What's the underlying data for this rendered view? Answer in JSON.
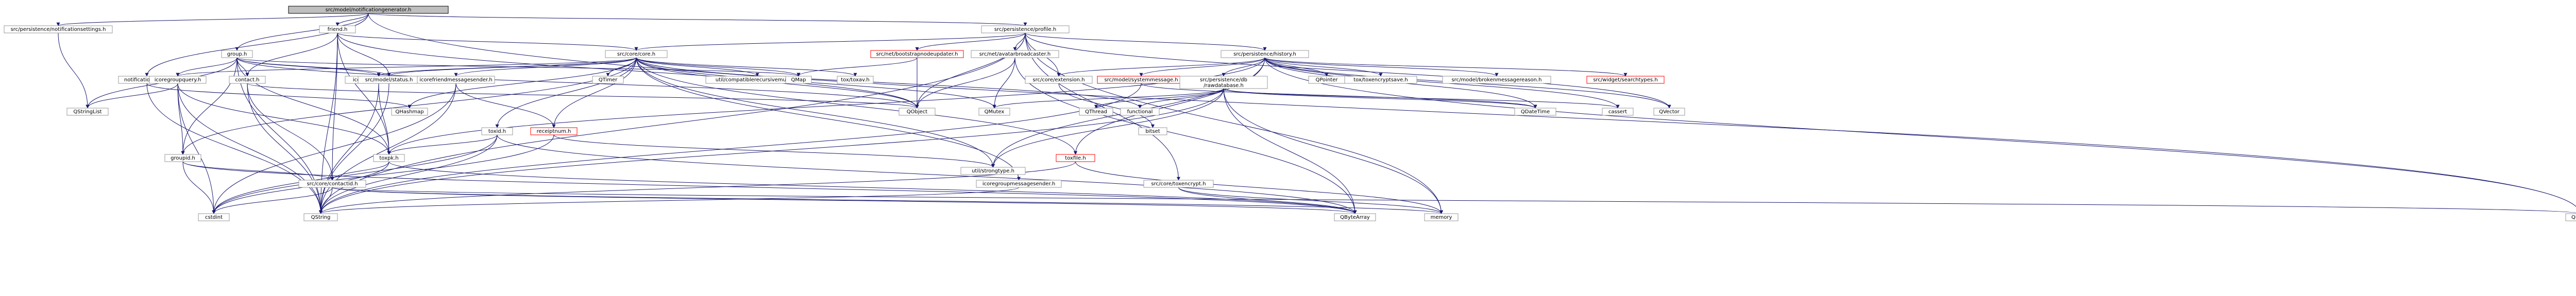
{
  "graph": {
    "nodes": [
      {
        "id": "root",
        "label": "src/model/notificationgenerator.h",
        "style": "root"
      },
      {
        "id": "notifset",
        "label": "src/persistence/notificationsettings.h",
        "style": "normal"
      },
      {
        "id": "friend",
        "label": "friend.h",
        "style": "normal"
      },
      {
        "id": "profile",
        "label": "src/persistence/profile.h",
        "style": "normal"
      },
      {
        "id": "notifdata",
        "label": "notificationdata.h",
        "style": "normal"
      },
      {
        "id": "group",
        "label": "group.h",
        "style": "normal"
      },
      {
        "id": "corecore",
        "label": "src/core/core.h",
        "style": "normal"
      },
      {
        "id": "bootstrap",
        "label": "src/net/bootstrapnodeupdater.h",
        "style": "red"
      },
      {
        "id": "avatarbc",
        "label": "src/net/avatarbroadcaster.h",
        "style": "normal"
      },
      {
        "id": "history",
        "label": "src/persistence/history.h",
        "style": "normal"
      },
      {
        "id": "icoregq",
        "label": "icoregroupquery.h",
        "style": "normal"
      },
      {
        "id": "contact",
        "label": "contact.h",
        "style": "normal"
      },
      {
        "id": "icorefh",
        "label": "icorefriendhandler.h",
        "style": "normal"
      },
      {
        "id": "status",
        "label": "src/model/status.h",
        "style": "normal"
      },
      {
        "id": "icorefms",
        "label": "icorefriendmessagesender.h",
        "style": "normal"
      },
      {
        "id": "qtimer",
        "label": "QTimer",
        "style": "normal"
      },
      {
        "id": "compat",
        "label": "util/compatiblerecursivemutex.h",
        "style": "normal"
      },
      {
        "id": "qmap",
        "label": "QMap",
        "style": "normal"
      },
      {
        "id": "toxav",
        "label": "tox/toxav.h",
        "style": "normal"
      },
      {
        "id": "coreext",
        "label": "src/core/extension.h",
        "style": "normal"
      },
      {
        "id": "sysmsg",
        "label": "src/model/systemmessage.h",
        "style": "red"
      },
      {
        "id": "rawdb",
        "label": "src/persistence/db\n/rawdatabase.h",
        "style": "normal"
      },
      {
        "id": "qpointer",
        "label": "QPointer",
        "style": "normal"
      },
      {
        "id": "toxenc",
        "label": "tox/toxencryptsave.h",
        "style": "normal"
      },
      {
        "id": "broken",
        "label": "src/model/brokenmessagereason.h",
        "style": "normal"
      },
      {
        "id": "userttypes",
        "label": "src/widget/searchtypes.h",
        "style": "red"
      },
      {
        "id": "qstringlist",
        "label": "QStringList",
        "style": "normal"
      },
      {
        "id": "qhashmap",
        "label": "QHashmap",
        "style": "normal"
      },
      {
        "id": "qobject",
        "label": "QObject",
        "style": "normal"
      },
      {
        "id": "qmutex",
        "label": "QMutex",
        "style": "normal"
      },
      {
        "id": "qthread",
        "label": "QThread",
        "style": "normal"
      },
      {
        "id": "functional",
        "label": "functional",
        "style": "normal"
      },
      {
        "id": "bitset",
        "label": "bitset",
        "style": "normal"
      },
      {
        "id": "qdatetime",
        "label": "QDateTime",
        "style": "normal"
      },
      {
        "id": "cassert",
        "label": "cassert",
        "style": "normal"
      },
      {
        "id": "qvector",
        "label": "QVector",
        "style": "normal"
      },
      {
        "id": "toxid",
        "label": "toxid.h",
        "style": "normal"
      },
      {
        "id": "receiptnum",
        "label": "receiptnum.h",
        "style": "red"
      },
      {
        "id": "groupid",
        "label": "groupid.h",
        "style": "normal"
      },
      {
        "id": "toxpk",
        "label": "toxpk.h",
        "style": "normal"
      },
      {
        "id": "strongtype",
        "label": "util/strongtype.h",
        "style": "normal"
      },
      {
        "id": "toxfile",
        "label": "toxfile.h",
        "style": "red"
      },
      {
        "id": "contactid",
        "label": "src/core/contactid.h",
        "style": "normal"
      },
      {
        "id": "icoregms",
        "label": "icoregroupmessagesender.h",
        "style": "normal"
      },
      {
        "id": "toxencrypt",
        "label": "src/core/toxencrypt.h",
        "style": "normal"
      },
      {
        "id": "cstdint",
        "label": "cstdint",
        "style": "normal"
      },
      {
        "id": "qstring",
        "label": "QString",
        "style": "normal"
      },
      {
        "id": "qbytearray",
        "label": "QByteArray",
        "style": "normal"
      },
      {
        "id": "memory",
        "label": "memory",
        "style": "normal"
      },
      {
        "id": "qhash",
        "label": "QHash",
        "style": "normal"
      }
    ],
    "edges": [
      [
        "root",
        "notifset"
      ],
      [
        "root",
        "friend"
      ],
      [
        "root",
        "profile"
      ],
      [
        "root",
        "notifdata"
      ],
      [
        "root",
        "qhash"
      ],
      [
        "root",
        "group"
      ],
      [
        "notifset",
        "qstringlist"
      ],
      [
        "friend",
        "contact"
      ],
      [
        "friend",
        "corecore"
      ],
      [
        "friend",
        "toxpk"
      ],
      [
        "friend",
        "contactid"
      ],
      [
        "friend",
        "status"
      ],
      [
        "friend",
        "qobject"
      ],
      [
        "friend",
        "qstring"
      ],
      [
        "profile",
        "corecore"
      ],
      [
        "profile",
        "bootstrap"
      ],
      [
        "profile",
        "avatarbc"
      ],
      [
        "profile",
        "history"
      ],
      [
        "profile",
        "coreext"
      ],
      [
        "profile",
        "toxencrypt"
      ],
      [
        "profile",
        "qobject"
      ],
      [
        "profile",
        "qvector"
      ],
      [
        "profile",
        "qstring"
      ],
      [
        "profile",
        "memory"
      ],
      [
        "notifdata",
        "qstring"
      ],
      [
        "notifdata",
        "qhashmap"
      ],
      [
        "group",
        "icoregq"
      ],
      [
        "group",
        "contact"
      ],
      [
        "group",
        "icorefh"
      ],
      [
        "group",
        "status"
      ],
      [
        "group",
        "groupid"
      ],
      [
        "group",
        "toxpk"
      ],
      [
        "group",
        "qobject"
      ],
      [
        "group",
        "qmap"
      ],
      [
        "group",
        "qstringlist"
      ],
      [
        "group",
        "qstring"
      ],
      [
        "corecore",
        "toxid"
      ],
      [
        "corecore",
        "groupid"
      ],
      [
        "corecore",
        "receiptnum"
      ],
      [
        "corecore",
        "toxfile"
      ],
      [
        "corecore",
        "icorefms"
      ],
      [
        "corecore",
        "icoregms"
      ],
      [
        "corecore",
        "icorefh"
      ],
      [
        "corecore",
        "icoregq"
      ],
      [
        "corecore",
        "status"
      ],
      [
        "corecore",
        "qtimer"
      ],
      [
        "corecore",
        "compat"
      ],
      [
        "corecore",
        "qmap"
      ],
      [
        "corecore",
        "toxav"
      ],
      [
        "corecore",
        "qobject"
      ],
      [
        "corecore",
        "qmutex"
      ],
      [
        "corecore",
        "functional"
      ],
      [
        "corecore",
        "strongtype"
      ],
      [
        "corecore",
        "qhashmap"
      ],
      [
        "bootstrap",
        "qobject"
      ],
      [
        "bootstrap",
        "qmap"
      ],
      [
        "avatarbc",
        "qobject"
      ],
      [
        "avatarbc",
        "qmutex"
      ],
      [
        "avatarbc",
        "qbytearray"
      ],
      [
        "history",
        "sysmsg"
      ],
      [
        "history",
        "rawdb"
      ],
      [
        "history",
        "qpointer"
      ],
      [
        "history",
        "toxenc"
      ],
      [
        "history",
        "broken"
      ],
      [
        "history",
        "userttypes"
      ],
      [
        "history",
        "coreext"
      ],
      [
        "history",
        "qdatetime"
      ],
      [
        "history",
        "qvector"
      ],
      [
        "history",
        "cassert"
      ],
      [
        "history",
        "toxpk"
      ],
      [
        "history",
        "toxfile"
      ],
      [
        "history",
        "strongtype"
      ],
      [
        "history",
        "qhash"
      ],
      [
        "icoregq",
        "groupid"
      ],
      [
        "icoregq",
        "toxpk"
      ],
      [
        "icoregq",
        "qstringlist"
      ],
      [
        "icoregq",
        "qstring"
      ],
      [
        "icoregq",
        "cstdint"
      ],
      [
        "contact",
        "contactid"
      ],
      [
        "contact",
        "qobject"
      ],
      [
        "contact",
        "qstring"
      ],
      [
        "icorefh",
        "toxpk"
      ],
      [
        "icorefh",
        "qstring"
      ],
      [
        "status",
        "qstring"
      ],
      [
        "status",
        "qpixmap"
      ],
      [
        "icorefms",
        "receiptnum"
      ],
      [
        "icorefms",
        "qstring"
      ],
      [
        "icorefms",
        "cstdint"
      ],
      [
        "coreext",
        "bitset"
      ],
      [
        "sysmsg",
        "qdatetime"
      ],
      [
        "sysmsg",
        "qstring"
      ],
      [
        "rawdb",
        "qdatetime"
      ],
      [
        "rawdb",
        "qmutex"
      ],
      [
        "rawdb",
        "qthread"
      ],
      [
        "rawdb",
        "functional"
      ],
      [
        "rawdb",
        "memory"
      ],
      [
        "rawdb",
        "qstring"
      ],
      [
        "rawdb",
        "qbytearray"
      ],
      [
        "rawdb",
        "strongtype"
      ],
      [
        "rawdb",
        "cassert"
      ],
      [
        "toxid",
        "toxpk"
      ],
      [
        "toxid",
        "qbytearray"
      ],
      [
        "toxid",
        "qstring"
      ],
      [
        "toxid",
        "cstdint"
      ],
      [
        "receiptnum",
        "strongtype"
      ],
      [
        "receiptnum",
        "cstdint"
      ],
      [
        "groupid",
        "contactid"
      ],
      [
        "groupid",
        "qbytearray"
      ],
      [
        "groupid",
        "cstdint"
      ],
      [
        "toxpk",
        "contactid"
      ],
      [
        "toxpk",
        "qbytearray"
      ],
      [
        "toxpk",
        "cstdint"
      ],
      [
        "toxfile",
        "qstring"
      ],
      [
        "toxfile",
        "memory"
      ],
      [
        "contactid",
        "qbytearray"
      ],
      [
        "contactid",
        "qstring"
      ],
      [
        "contactid",
        "cstdint"
      ],
      [
        "contactid",
        "qhash"
      ],
      [
        "contactid",
        "memory"
      ],
      [
        "icoregms",
        "qstring"
      ],
      [
        "toxencrypt",
        "qbytearray"
      ],
      [
        "toxencrypt",
        "memory"
      ]
    ]
  },
  "colors": {
    "edge": "#191970",
    "box_border": "#999999",
    "root_fill": "#bfbfbf",
    "root_border": "#000000",
    "red_border": "#ff0000",
    "fill": "#ffffff",
    "text": "#000000"
  }
}
